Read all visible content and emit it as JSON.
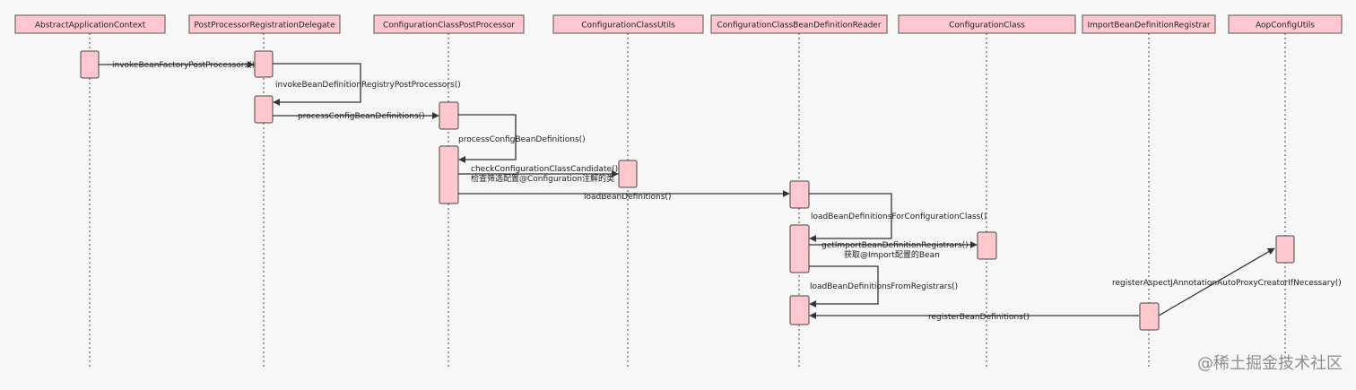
{
  "diagram": {
    "type": "sequence",
    "colors": {
      "box_fill": "#ffc7ce",
      "box_stroke": "#555555",
      "line": "#333333",
      "background": "#f7f7f7"
    },
    "participants": [
      "AbstractApplicationContext",
      "PostProcessorRegistrationDelegate",
      "ConfigurationClassPostProcessor",
      "ConfigurationClassUtils",
      "ConfigurationClassBeanDefinitionReader",
      "ConfigurationClass",
      "ImportBeanDefinitionRegistrar",
      "AopConfigUtils"
    ],
    "messages": [
      {
        "id": "m1",
        "label": "invokeBeanFactoryPostProcessors()"
      },
      {
        "id": "m2",
        "label": "invokeBeanDefinitionRegistryPostProcessors()"
      },
      {
        "id": "m3",
        "label": "processConfigBeanDefinitions()"
      },
      {
        "id": "m4",
        "label": "processConfigBeanDefinitions()"
      },
      {
        "id": "m5",
        "label": "checkConfigurationClassCandidate()",
        "note": "检查筛选配置@Configuration注解的类"
      },
      {
        "id": "m6",
        "label": "loadBeanDefinitions()"
      },
      {
        "id": "m7",
        "label": "loadBeanDefinitionsForConfigurationClass()"
      },
      {
        "id": "m8",
        "label": "getImportBeanDefinitionRegistrars()",
        "note": "获取@Import配置的Bean"
      },
      {
        "id": "m9",
        "label": "loadBeanDefinitionsFromRegistrars()"
      },
      {
        "id": "m10",
        "label": "registerBeanDefinitions()"
      },
      {
        "id": "m11",
        "label": "registerAspectJAnnotationAutoProxyCreatorIfNecessary()"
      }
    ]
  },
  "watermark": "@稀土掘金技术社区"
}
